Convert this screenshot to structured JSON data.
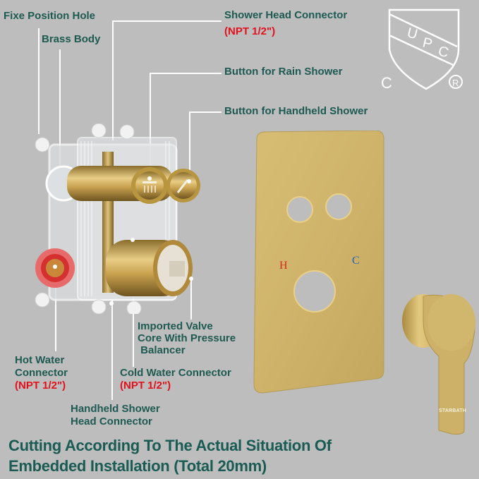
{
  "labels": {
    "fix_hole": "Fixe Position Hole",
    "brass_body": "Brass Body",
    "shower_head": "Shower Head Connector",
    "shower_head_spec": "(NPT 1/2\")",
    "rain_button": "Button for Rain Shower",
    "handheld_button": "Button for Handheld Shower",
    "valve_core_1": "Imported Valve",
    "valve_core_2": "Core With Pressure",
    "valve_core_3": " Balancer",
    "hot_1": "Hot Water",
    "hot_2": "Connector",
    "hot_spec": "(NPT 1/2\")",
    "cold": "Cold Water Connector",
    "cold_spec": "(NPT 1/2\")",
    "handheld_conn_1": "Handheld Shower",
    "handheld_conn_2": "Head Connector"
  },
  "caption": {
    "line1": "Cutting According To The Actual Situation Of",
    "line2": "Embedded Installation (Total 20mm)"
  },
  "certification": {
    "mark": "UPC",
    "left": "C",
    "registered": "®"
  },
  "trim_plate": {
    "hot_mark": "H",
    "cold_mark": "C"
  },
  "handle": {
    "brand": "STARBATH"
  },
  "colors": {
    "background": "#bdbdbd",
    "label_text": "#1e5a52",
    "spec_text": "#e3101c",
    "gold": "#c9ad63",
    "hot_mark": "#d42a1c",
    "cold_mark": "#2a63b8"
  }
}
